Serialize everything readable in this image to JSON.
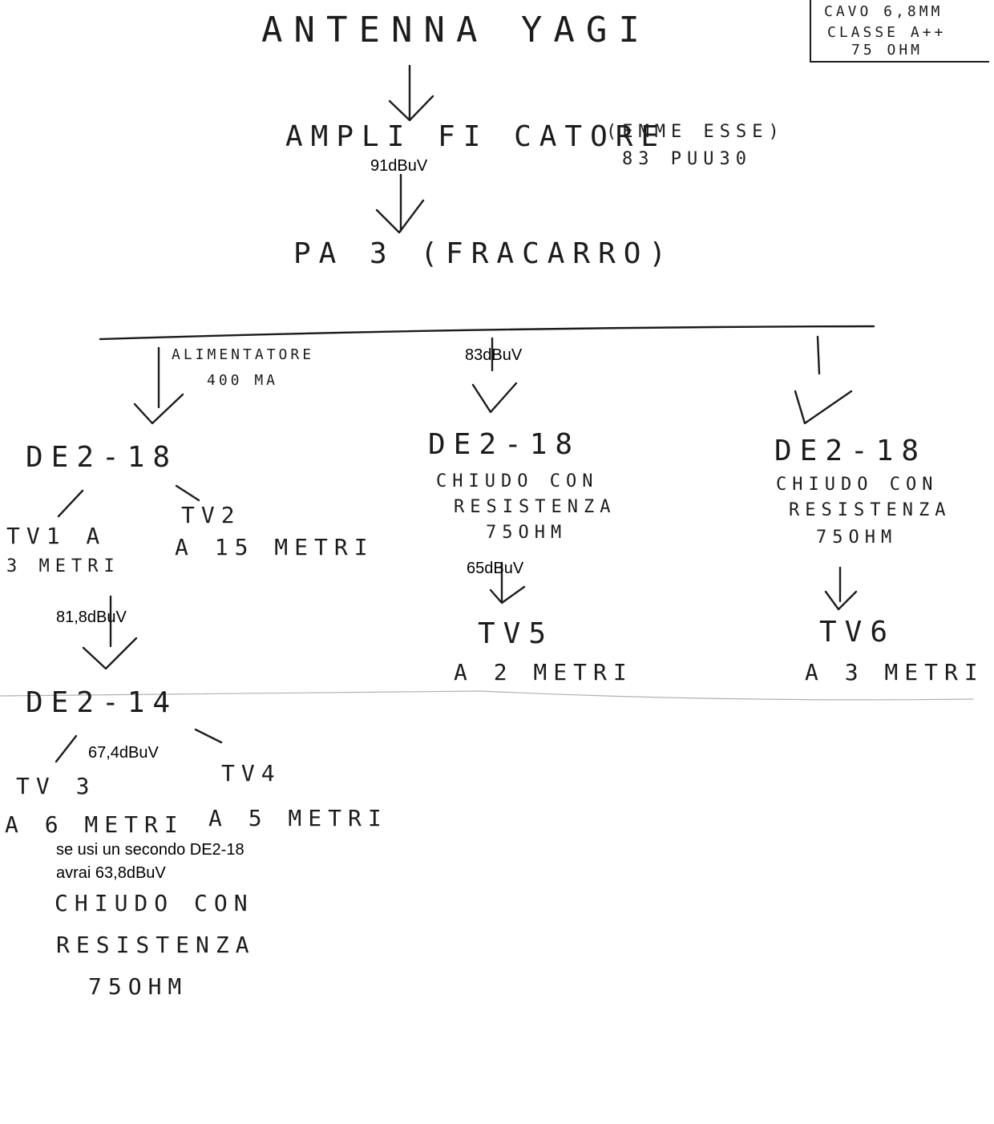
{
  "title": "ANTENNA YAGI",
  "cable_note": [
    "CAVO 6,8MM",
    "CLASSE A++",
    "75 OHM"
  ],
  "amplifier": {
    "label": "AMPLI FI CATORE",
    "brand": "(EMME ESSE)",
    "model": "83 PUU30"
  },
  "level_after_amplifier": "91dBuV",
  "pa3": "PA 3  (FRACARRO)",
  "power_supply": [
    "ALIMENTATORE",
    "400 MA"
  ],
  "branch_left": {
    "splitter": "DE2-18",
    "tv1": [
      "TV1 A",
      "3 METRI"
    ],
    "tv2": [
      "TV2",
      "A 15 METRI"
    ],
    "level": "81,8dBuV",
    "splitter2": "DE2-14",
    "level2": "67,4dBuV",
    "tv3": [
      "TV 3",
      "A 6 METRI"
    ],
    "tv4": [
      "TV4",
      "A 5 METRI"
    ],
    "note": [
      "se usi un secondo DE2-18",
      "avrai 63,8dBuV"
    ],
    "closing": [
      "CHIUDO CON",
      "RESISTENZA",
      "75OHM"
    ]
  },
  "branch_middle": {
    "level": "83dBuV",
    "splitter": "DE2-18",
    "closing": [
      "CHIUDO CON",
      "RESISTENZA",
      "75OHM"
    ],
    "level2": "65dBuV",
    "tv": "TV5",
    "distance": "A 2 METRI"
  },
  "branch_right": {
    "splitter": "DE2-18",
    "closing": [
      "CHIUDO CON",
      "RESISTENZA",
      "75OHM"
    ],
    "tv": "TV6",
    "distance": "A 3 METRI"
  }
}
